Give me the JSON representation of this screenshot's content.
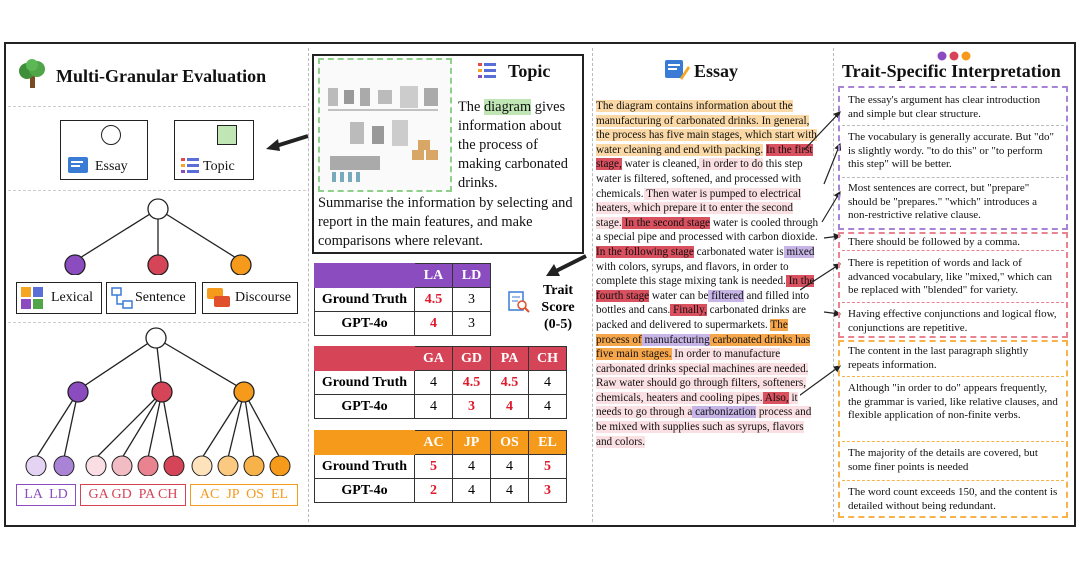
{
  "headers": {
    "left": "Multi-Granular Evaluation",
    "topic": "Topic",
    "essay": "Essay",
    "interp": "Trait-Specific Interpretation"
  },
  "top_boxes": {
    "essay": "Essay",
    "topic": "Topic"
  },
  "granularity": {
    "lexical": "Lexical",
    "sentence": "Sentence",
    "discourse": "Discourse"
  },
  "leaf_labels": {
    "lexical": "LA  LD",
    "sentence": "GA GD  PA CH",
    "discourse": "AC  JP  OS  EL"
  },
  "colors": {
    "purple": "#8b4cc0",
    "red": "#d64557",
    "orange": "#f59a1b"
  },
  "topic": {
    "intro_pre": "The",
    "intro_hl": "diagram",
    "intro_rest": "gives information about the process of making carbonated drinks.",
    "prompt": "Summarise the information by selecting and report in the main features, and make comparisons where relevant."
  },
  "tables": {
    "lexical": {
      "headers": [
        "LA",
        "LD"
      ],
      "rows": [
        {
          "label": "Ground Truth",
          "values": [
            "4.5",
            "3"
          ]
        },
        {
          "label": "GPT-4o",
          "values": [
            "4",
            "3"
          ]
        }
      ]
    },
    "sentence": {
      "headers": [
        "GA",
        "GD",
        "PA",
        "CH"
      ],
      "rows": [
        {
          "label": "Ground Truth",
          "values": [
            "4",
            "4.5",
            "4.5",
            "4"
          ]
        },
        {
          "label": "GPT-4o",
          "values": [
            "4",
            "3",
            "4",
            "4"
          ]
        }
      ]
    },
    "discourse": {
      "headers": [
        "AC",
        "JP",
        "OS",
        "EL"
      ],
      "rows": [
        {
          "label": "Ground Truth",
          "values": [
            "5",
            "4",
            "4",
            "5"
          ]
        },
        {
          "label": "GPT-4o",
          "values": [
            "2",
            "4",
            "4",
            "3"
          ]
        }
      ]
    }
  },
  "trait_score": {
    "line1": "Trait",
    "line2": "Score",
    "line3": "(0-5)"
  },
  "essay": {
    "s1": "The diagram contains information about the manufacturing of carbonated drinks. In general, the process has five main stages, which start with water cleaning and end with packing.",
    "s2a": "In the first stage,",
    "s2b": " water is cleaned,",
    "s2c": " in order to do",
    "s2d": " this step water is filtered, softened, and processed with chemicals.",
    "s2e": " Then water is pumped to electrical heaters, which prepare it to enter the second stage.",
    "s2f": " In the second stage",
    "s2g": " water is cooled through a special pipe and processed with carbon dioxide.",
    "s2h": " In the following stage",
    "s2i": " carbonated water is",
    "s2j": " mixed",
    "s2k": " with colors, syrups, and flavors, in order to complete this stage mixing tank is needed.",
    "s2l": " In",
    "s2m": " the fourth stage",
    "s2n": " water can be",
    "s2o": " filtered",
    "s2p": " and filled into bottles and cans.",
    "s2q": " Finally,",
    "s2r": " carbonated drinks are packed and delivered to supermarkets.",
    "s3a": "The process of",
    "s3b": " manufacturing",
    "s3c": " carbonated drinks has five main stages.",
    "s3d": " In order to manufacture carbonated drinks special machines are needed. Raw water should go through filters, softeners, chemicals, heaters and cooling pipes.",
    "s3e": " Also,",
    "s3f": " it needs to go through a",
    "s3g": " carbonization",
    "s3h": " process and be mixed with supplies such as syrups, flavors and colors."
  },
  "interpretations": [
    "The essay's argument has clear introduction and simple but clear structure.",
    "The vocabulary is generally accurate. But \"do\" is slightly wordy.  \"to do this\" or \"to perform this step\" will be better.",
    "Most sentences are correct, but  \"prepare\" should be \"prepares.\" \"which\" introduces a non-restrictive relative clause.",
    "There should be followed by a comma.",
    "There is repetition of words and lack of advanced vocabulary, like \"mixed,\" which can be replaced with \"blended\" for variety.",
    "Having effective conjunctions and logical flow,  conjunctions are repetitive.",
    "The content in the last paragraph slightly repeats information.",
    "Although \"in order to do\" appears frequently, the grammar is varied, like relative clauses, and flexible application of non-finite verbs.",
    "The majority of the details are covered, but some finer points is needed",
    "The word count exceeds 150, and the content is detailed without being redundant."
  ]
}
